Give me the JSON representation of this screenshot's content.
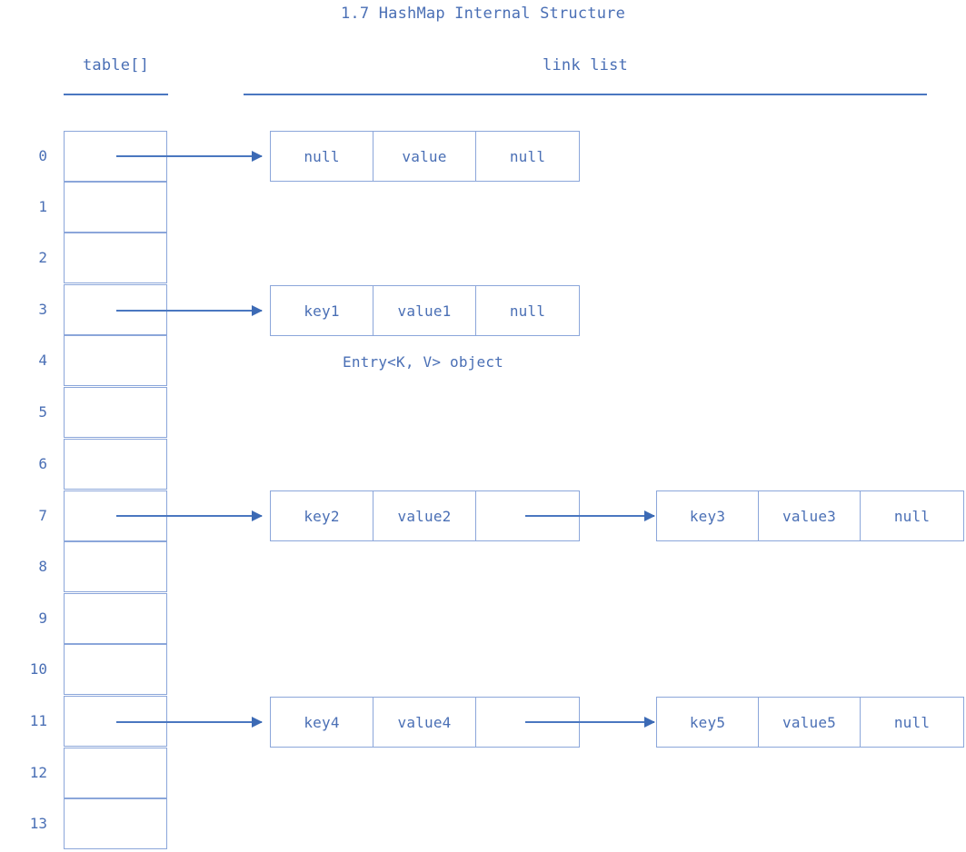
{
  "diagram": {
    "title": "1.7 HashMap Internal Structure",
    "headers": {
      "table": "table[]",
      "link_list": "link list"
    },
    "caption": "Entry<K, V> object",
    "colors": {
      "text": "#4a6fb5",
      "box_border": "#8ba6da",
      "line": "#4a77c0",
      "arrow_head": "#3c6ab5",
      "background": "#ffffff"
    },
    "table": {
      "label": "table[]",
      "bucket_count": 14,
      "indices": [
        "0",
        "1",
        "2",
        "3",
        "4",
        "5",
        "6",
        "7",
        "8",
        "9",
        "10",
        "11",
        "12",
        "13"
      ],
      "buckets_with_entries": [
        0,
        3,
        7,
        11
      ]
    },
    "chains": [
      {
        "bucket": "0",
        "nodes": [
          {
            "cells": [
              "null",
              "value",
              "null"
            ]
          }
        ]
      },
      {
        "bucket": "3",
        "nodes": [
          {
            "cells": [
              "key1",
              "value1",
              "null"
            ]
          }
        ]
      },
      {
        "bucket": "7",
        "nodes": [
          {
            "cells": [
              "key2",
              "value2",
              ""
            ]
          },
          {
            "cells": [
              "key3",
              "value3",
              "null"
            ]
          }
        ]
      },
      {
        "bucket": "11",
        "nodes": [
          {
            "cells": [
              "key4",
              "value4",
              ""
            ]
          },
          {
            "cells": [
              "key5",
              "value5",
              "null"
            ]
          }
        ]
      }
    ]
  }
}
